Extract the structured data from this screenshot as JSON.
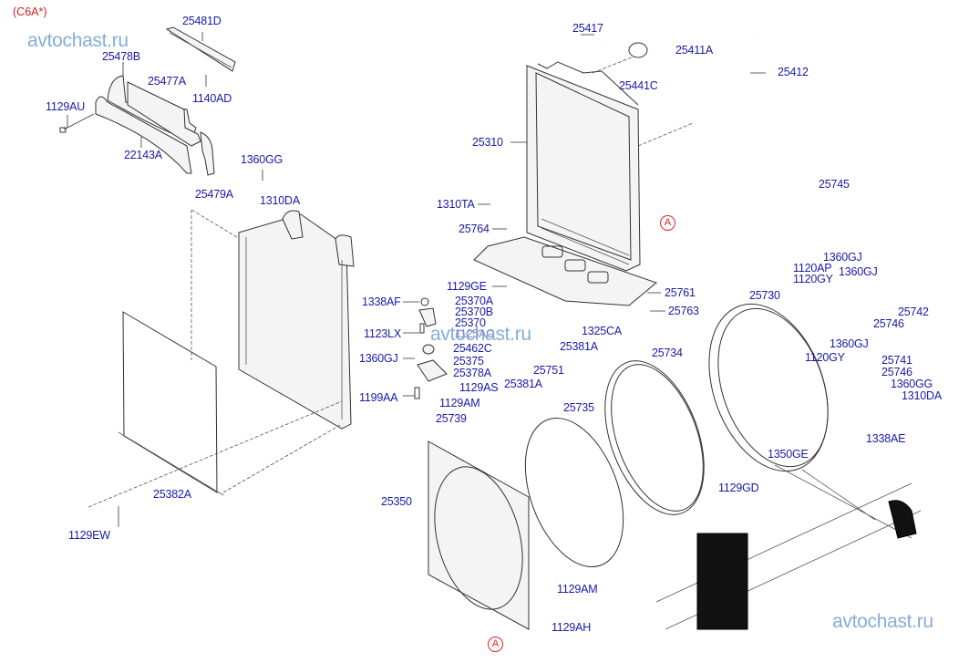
{
  "diagram": {
    "variant_code": "(C6A*)",
    "watermarks": [
      "avtochast.ru",
      "avtochast.ru",
      "avtochast.ru"
    ],
    "reference_markers": [
      "A",
      "A"
    ],
    "labels": {
      "p25481D": "25481D",
      "p25478B": "25478B",
      "p25477A": "25477A",
      "p1140AD": "1140AD",
      "p1129AU": "1129AU",
      "p22143A": "22143A",
      "p1360GG_a": "1360GG",
      "p25479A": "25479A",
      "p1310DA_a": "1310DA",
      "p25417": "25417",
      "p25411A": "25411A",
      "p25412": "25412",
      "p25441C": "25441C",
      "p25310": "25310",
      "p1310TA": "1310TA",
      "p25764": "25764",
      "p1129GE": "1129GE",
      "p25761": "25761",
      "p25763": "25763",
      "p1338AF": "1338AF",
      "p25370A": "25370A",
      "p25370B": "25370B",
      "p25370": "25370",
      "p1125AC": "1125AC",
      "p1123LX": "1123LX",
      "p25462C": "25462C",
      "p1360GJ_a": "1360GJ",
      "p25375": "25375",
      "p25378A": "25378A",
      "p1129AS": "1129AS",
      "p1199AA": "1199AA",
      "p1129AM_a": "1129AM",
      "p25739": "25739",
      "p25381A_a": "25381A",
      "p25751": "25751",
      "p25381A_b": "25381A",
      "p1325CA": "1325CA",
      "p25734": "25734",
      "p25735": "25735",
      "p25730": "25730",
      "p25745": "25745",
      "p1360GJ_b": "1360GJ",
      "p1120AP": "1120AP",
      "p1120GY_a": "1120GY",
      "p1360GJ_c": "1360GJ",
      "p25742": "25742",
      "p25746_a": "25746",
      "p1360GJ_d": "1360GJ",
      "p1120GY_b": "1120GY",
      "p25741": "25741",
      "p25746_b": "25746",
      "p1360GG_b": "1360GG",
      "p1310DA_b": "1310DA",
      "p1338AE": "1338AE",
      "p1350GE": "1350GE",
      "p1129GD": "1129GD",
      "p25350": "25350",
      "p1129AM_b": "1129AM",
      "p1129AH": "1129AH",
      "p25382A": "25382A",
      "p1129EW": "1129EW"
    }
  },
  "colors": {
    "label": "#1a1aa8",
    "variant": "#d42020",
    "watermark": "#6f9fd0",
    "reference": "#e02020"
  }
}
